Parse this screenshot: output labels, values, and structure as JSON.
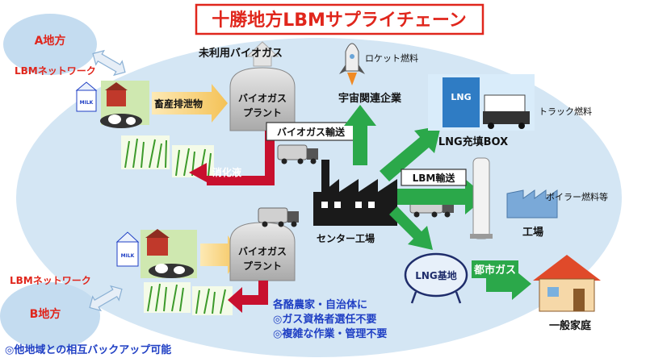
{
  "title": "十勝地方LBMサプライチェーン",
  "region_a": {
    "label": "A地方",
    "network": "LBMネットワーク"
  },
  "region_b": {
    "label": "B地方",
    "network": "LBMネットワーク"
  },
  "unused_biogas": "未利用バイオガス",
  "livestock_waste": "畜産排泄物",
  "biogas_plant_top": {
    "line1": "バイオガス",
    "line2": "プラント"
  },
  "biogas_plant_bottom": {
    "line1": "バイオガス",
    "line2": "プラント"
  },
  "digestive_fluid": "消化液",
  "biogas_transport": "バイオガス輸送",
  "lbm_transport": "LBM輸送",
  "center_factory": "センター工場",
  "rocket_fuel": "ロケット燃料",
  "space_companies": "宇宙関連企業",
  "truck_fuel": "トラック燃料",
  "lng_box": "LNG充填BOX",
  "boiler_fuel": "ボイラー燃料等",
  "factory": "工場",
  "lng_base": "LNG基地",
  "city_gas": "都市ガス",
  "household": "一般家庭",
  "benefits": {
    "line1": "各酪農家・自治体に",
    "line2": "◎ガス資格者選任不要",
    "line3": "◎複雑な作業・管理不要"
  },
  "backup": "◎他地域との相互バックアップ可能",
  "milk_label": "MILK",
  "tank_label": "LNG",
  "colors": {
    "ellipse": "#d4e6f4",
    "title_red": "#e0261c",
    "green_arrow": "#2ba84a",
    "red_arrow": "#c8102e",
    "blue_text": "#1f3fc4",
    "yellow_arrow": "#f6cc6a"
  }
}
